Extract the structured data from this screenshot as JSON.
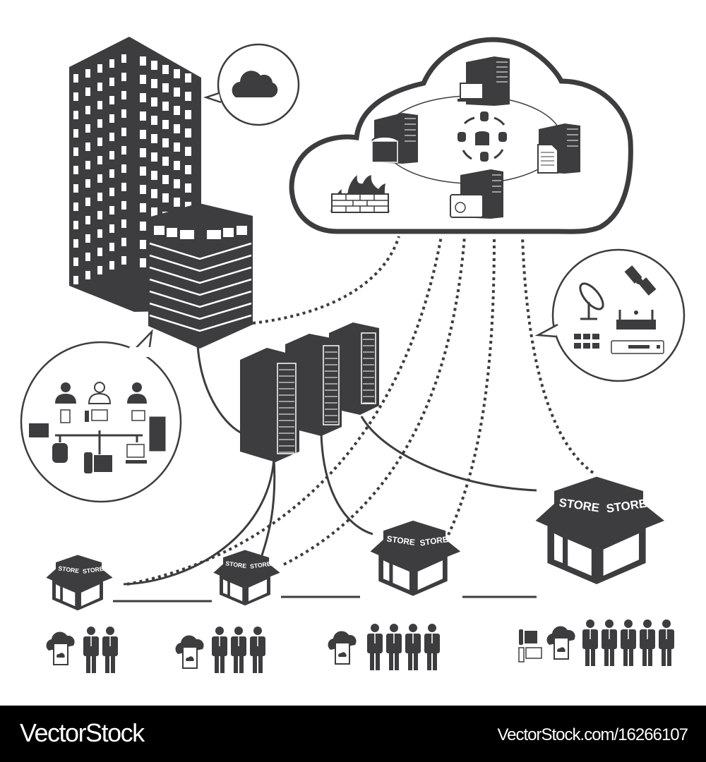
{
  "colors": {
    "ink": "#3d3d3f",
    "background": "#ffffff",
    "footer": "#000000",
    "footer_text": "#ffffff"
  },
  "stores": [
    {
      "sign_left": "STORE",
      "sign_right": "STORE",
      "staff_count": 2,
      "devices": [
        "cloud-tablet-icon"
      ]
    },
    {
      "sign_left": "STORE",
      "sign_right": "STORE",
      "staff_count": 3,
      "devices": [
        "cloud-tablet-icon"
      ]
    },
    {
      "sign_left": "STORE",
      "sign_right": "STORE",
      "staff_count": 4,
      "devices": [
        "cloud-tablet-icon"
      ]
    },
    {
      "sign_left": "STORE",
      "sign_right": "STORE",
      "staff_count": 5,
      "devices": [
        "phone-icon",
        "desktop-icon",
        "cloud-tablet-icon"
      ]
    }
  ],
  "cloud": {
    "icons": [
      "server-laptop-icon",
      "server-database-icon",
      "server-document-icon",
      "server-web-icon",
      "database-sync-icon",
      "firewall-icon"
    ]
  },
  "office_bubble": {
    "icons": [
      "user-icon",
      "user-icon",
      "user-female-icon",
      "tablet-icon",
      "desktop-icon",
      "laptop-icon",
      "printer-icon",
      "database-icon",
      "phone-icon",
      "workstation-icon",
      "server-rack-icon"
    ]
  },
  "network_bubble": {
    "icons": [
      "satellite-dish-icon",
      "satellite-icon",
      "wifi-router-icon",
      "patch-panel-icon",
      "network-switch-icon"
    ]
  },
  "footer": {
    "brand": "VectorStock",
    "reference": "VectorStock.com/16266107"
  }
}
